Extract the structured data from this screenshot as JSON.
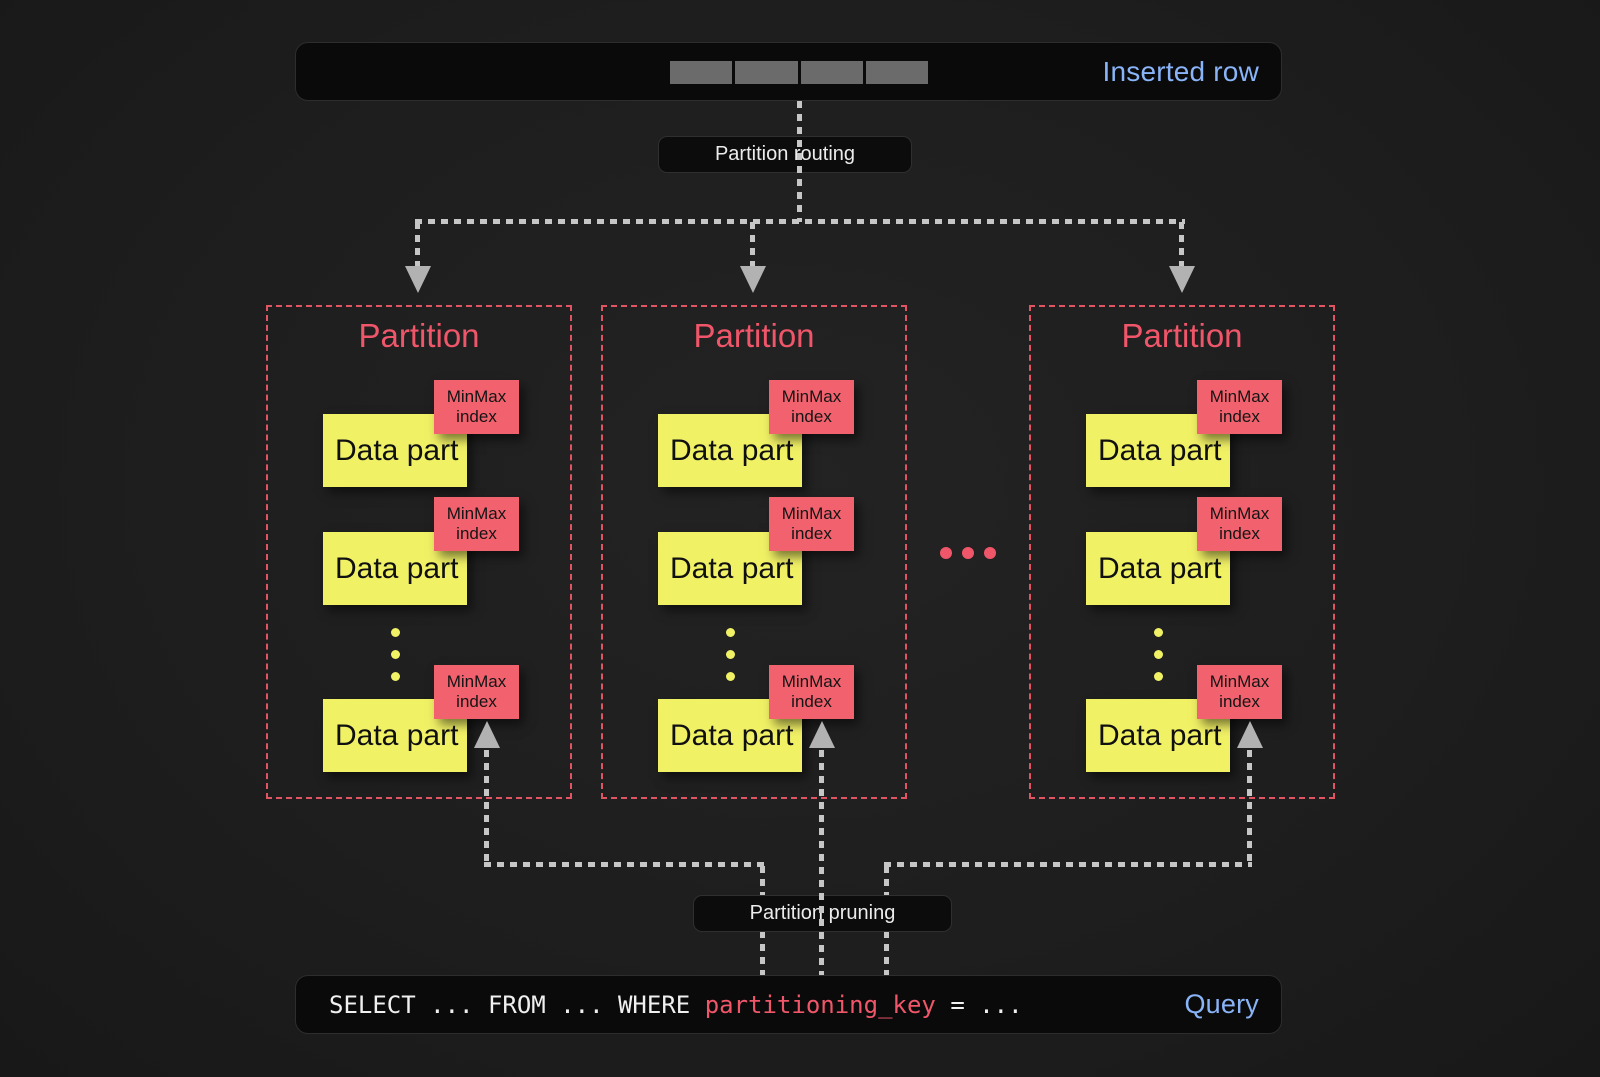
{
  "inserted_row_bar": {
    "label": "Inserted row",
    "cell_count": 4
  },
  "routing_label": "Partition routing",
  "pruning_label": "Partition pruning",
  "partitions": [
    {
      "title": "Partition"
    },
    {
      "title": "Partition"
    },
    {
      "title": "Partition"
    }
  ],
  "labels": {
    "data_part": "Data part",
    "minmax_index": "MinMax index"
  },
  "query_bar": {
    "sql_prefix": "SELECT ... FROM ... WHERE ",
    "sql_key": "partitioning_key",
    "sql_suffix": " = ...",
    "label": "Query"
  },
  "colors": {
    "background": "#1e1e1e",
    "panel": "#0a0a0a",
    "accent_red": "#f0566a",
    "box_red": "#f2626e",
    "box_yellow": "#f1f166",
    "blue": "#8ab4f8",
    "arrow_gray": "#c6c6c6"
  }
}
